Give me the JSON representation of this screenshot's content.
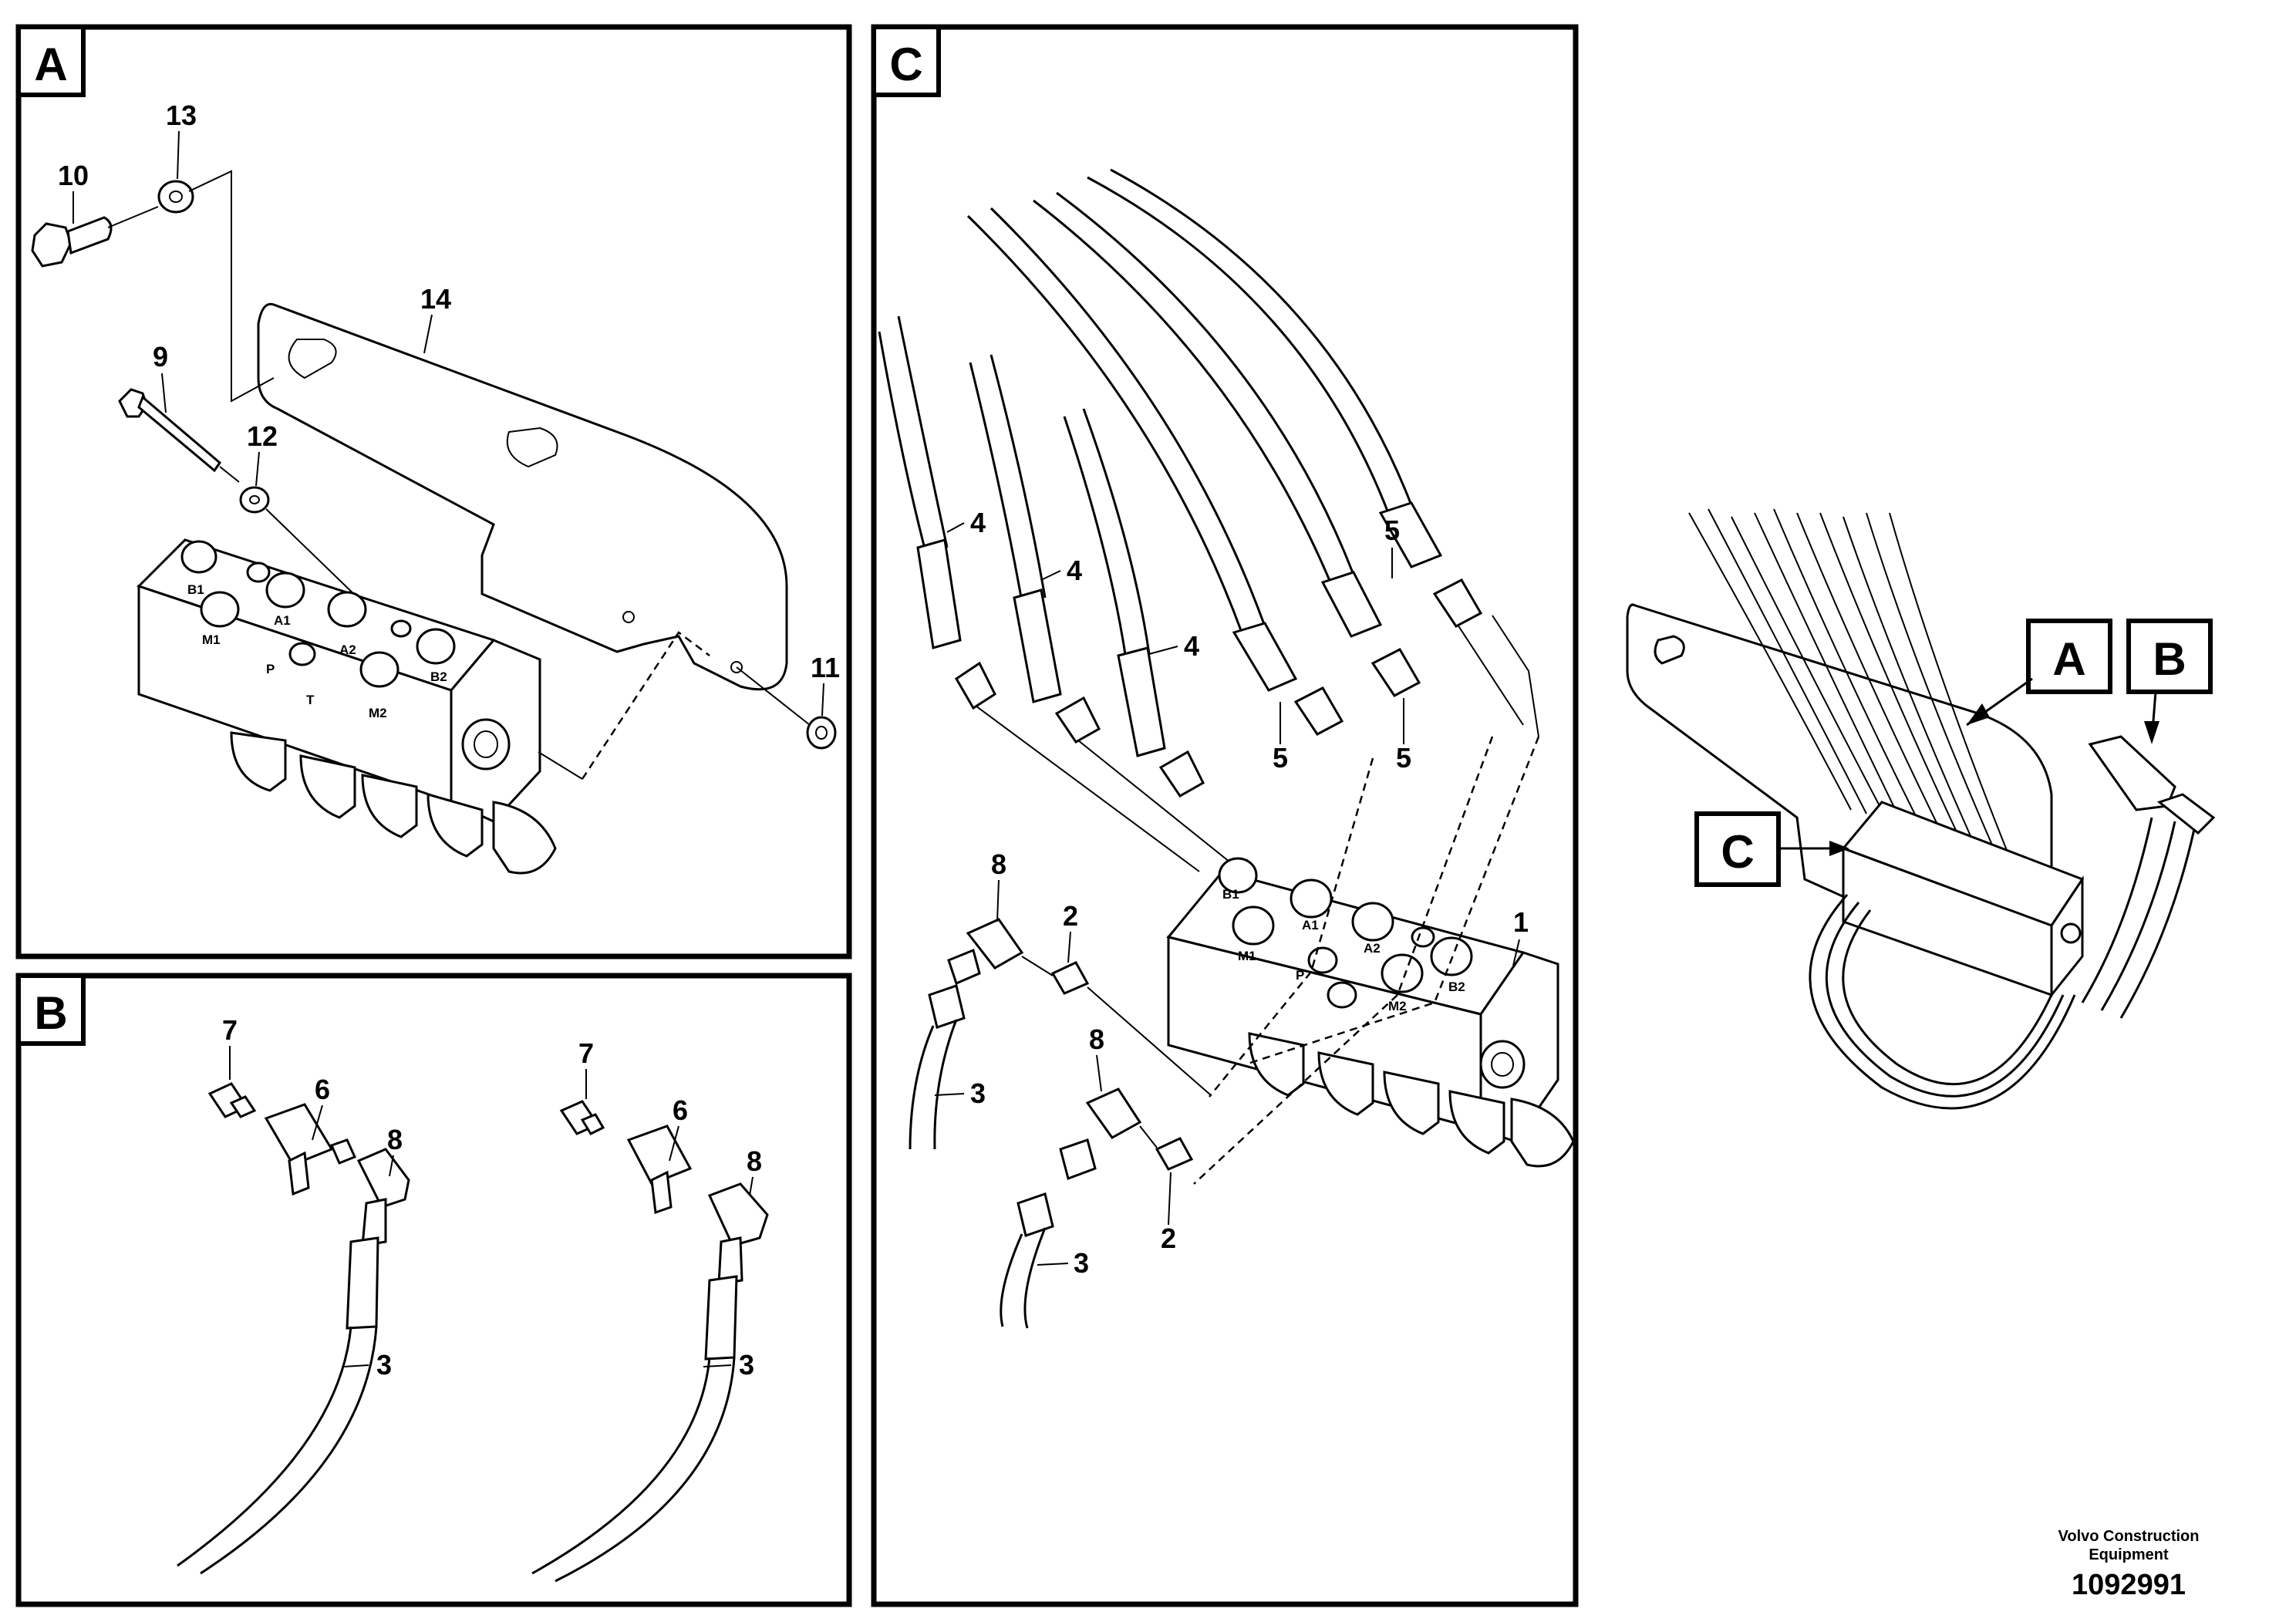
{
  "panels": {
    "A": {
      "letter": "A",
      "callouts": [
        "10",
        "13",
        "14",
        "9",
        "12",
        "11"
      ]
    },
    "B": {
      "letter": "B",
      "callouts": [
        "7",
        "6",
        "8",
        "3",
        "7",
        "6",
        "8",
        "3"
      ]
    },
    "C": {
      "letter": "C",
      "callouts": [
        "4",
        "4",
        "4",
        "5",
        "5",
        "5",
        "8",
        "2",
        "3",
        "8",
        "3",
        "2",
        "1"
      ]
    }
  },
  "overview": {
    "labels": [
      "A",
      "B",
      "C"
    ]
  },
  "port_labels": {
    "a": [
      "B1",
      "A1",
      "A2",
      "B2",
      "M1",
      "P",
      "T",
      "M2"
    ],
    "c": [
      "B1",
      "A1",
      "A2",
      "B2",
      "M1",
      "P",
      "M2"
    ]
  },
  "credit": {
    "line1": "Volvo Construction",
    "line2": "Equipment",
    "number": "1092991"
  }
}
